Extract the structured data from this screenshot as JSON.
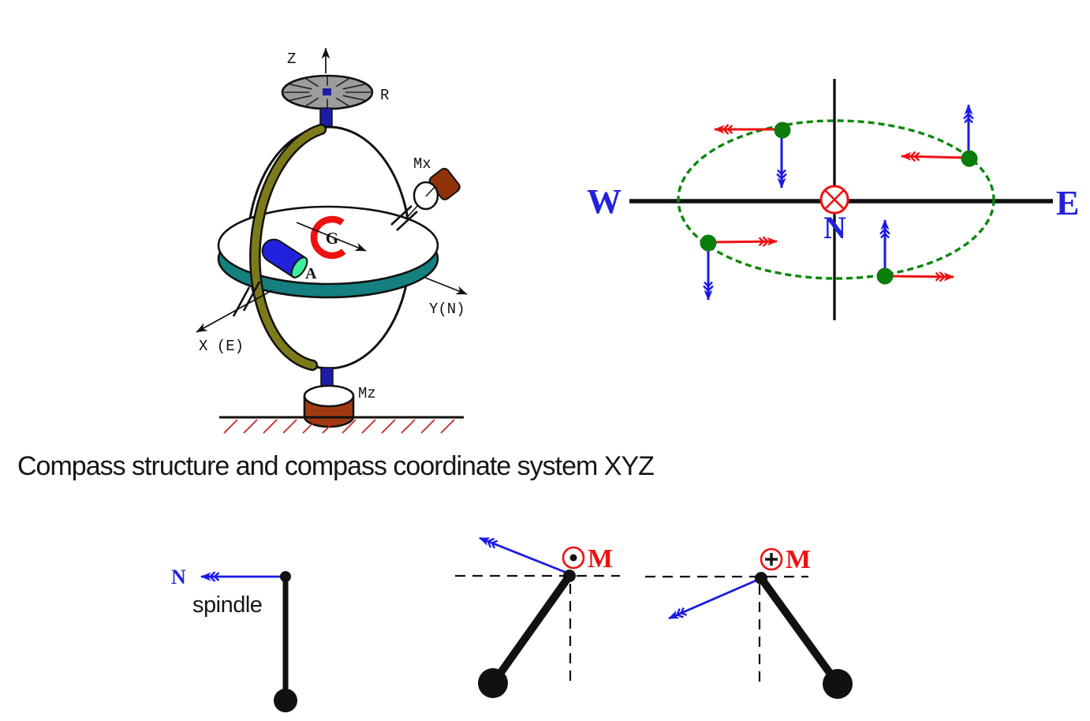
{
  "caption": "Compass structure and compass coordinate system XYZ",
  "gyro_figure": {
    "labels": {
      "z_axis": "Z",
      "rotor": "R",
      "mx_torquer": "Mx",
      "gyro_ring": "G",
      "accelerometer": "A",
      "x_axis": "X (E)",
      "y_axis": "Y(N)",
      "mz_torquer": "Mz"
    }
  },
  "precession_figure": {
    "labels": {
      "west": "W",
      "east": "E",
      "north": "N"
    }
  },
  "pendulum_figure": {
    "labels": {
      "north": "N",
      "spindle": "spindle",
      "moment_out_of_page": "M",
      "moment_into_page": "M"
    }
  },
  "colors": {
    "red": "#ee1111",
    "arrow_blue": "#1a1ae6",
    "label_blue": "#2222dd",
    "green_line": "#0c870c",
    "green_dot": "#0a7d0a",
    "olive_ring": "#7d7a1c",
    "teal_rim": "#148080",
    "dial_gray": "#9c9c9c",
    "stem_navy": "#1c1ca8",
    "brown_mz": "#a03a10",
    "brown_mx": "#8f3208",
    "cylinder_blue": "#2121de",
    "cap_green": "#3bee9e",
    "ink": "#111111"
  }
}
